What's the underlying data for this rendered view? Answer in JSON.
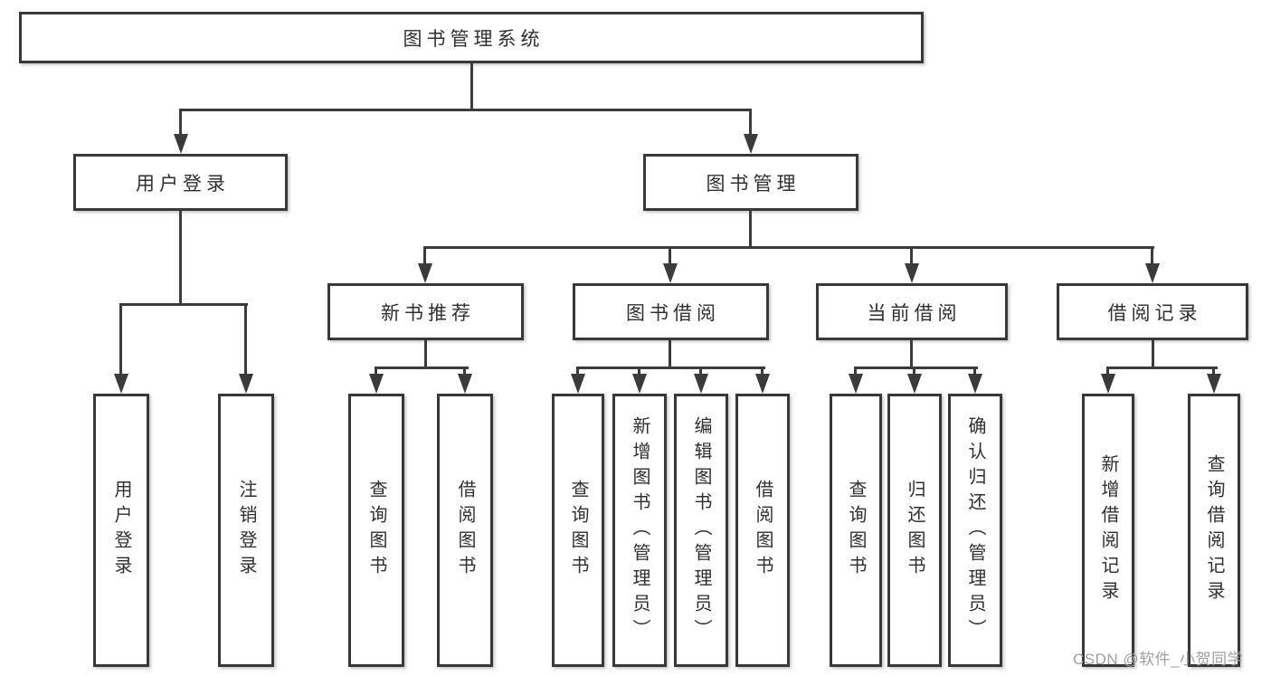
{
  "diagram": {
    "type": "feature-tree",
    "nodes": {
      "root": "图书管理系统",
      "l2": [
        "用户登录",
        "图书管理"
      ],
      "l3": [
        "新书推荐",
        "图书借阅",
        "当前借阅",
        "借阅记录"
      ],
      "l4": [
        "用户登录",
        "注销登录",
        "查询图书",
        "借阅图书",
        "查询图书",
        "新增图书（管理员）",
        "编辑图书（管理员）",
        "借阅图书",
        "查询图书",
        "归还图书",
        "确认归还（管理员）",
        "新增借阅记录",
        "查询借阅记录"
      ]
    },
    "structure": {
      "图书管理系统": [
        "用户登录",
        "图书管理"
      ],
      "用户登录": [
        "用户登录",
        "注销登录"
      ],
      "图书管理": [
        "新书推荐",
        "图书借阅",
        "当前借阅",
        "借阅记录"
      ],
      "新书推荐": [
        "查询图书",
        "借阅图书"
      ],
      "图书借阅": [
        "查询图书",
        "新增图书（管理员）",
        "编辑图书（管理员）",
        "借阅图书"
      ],
      "当前借阅": [
        "查询图书",
        "归还图书",
        "确认归还（管理员）"
      ],
      "借阅记录": [
        "新增借阅记录",
        "查询借阅记录"
      ]
    },
    "colors": {
      "background": "#ffffff",
      "line": "#3b3b3b",
      "box_border": "#383838",
      "text": "#2f2f2f",
      "watermark": "#a0a0a0"
    }
  },
  "watermark": {
    "text": "CSDN @软件_小贺同学"
  }
}
